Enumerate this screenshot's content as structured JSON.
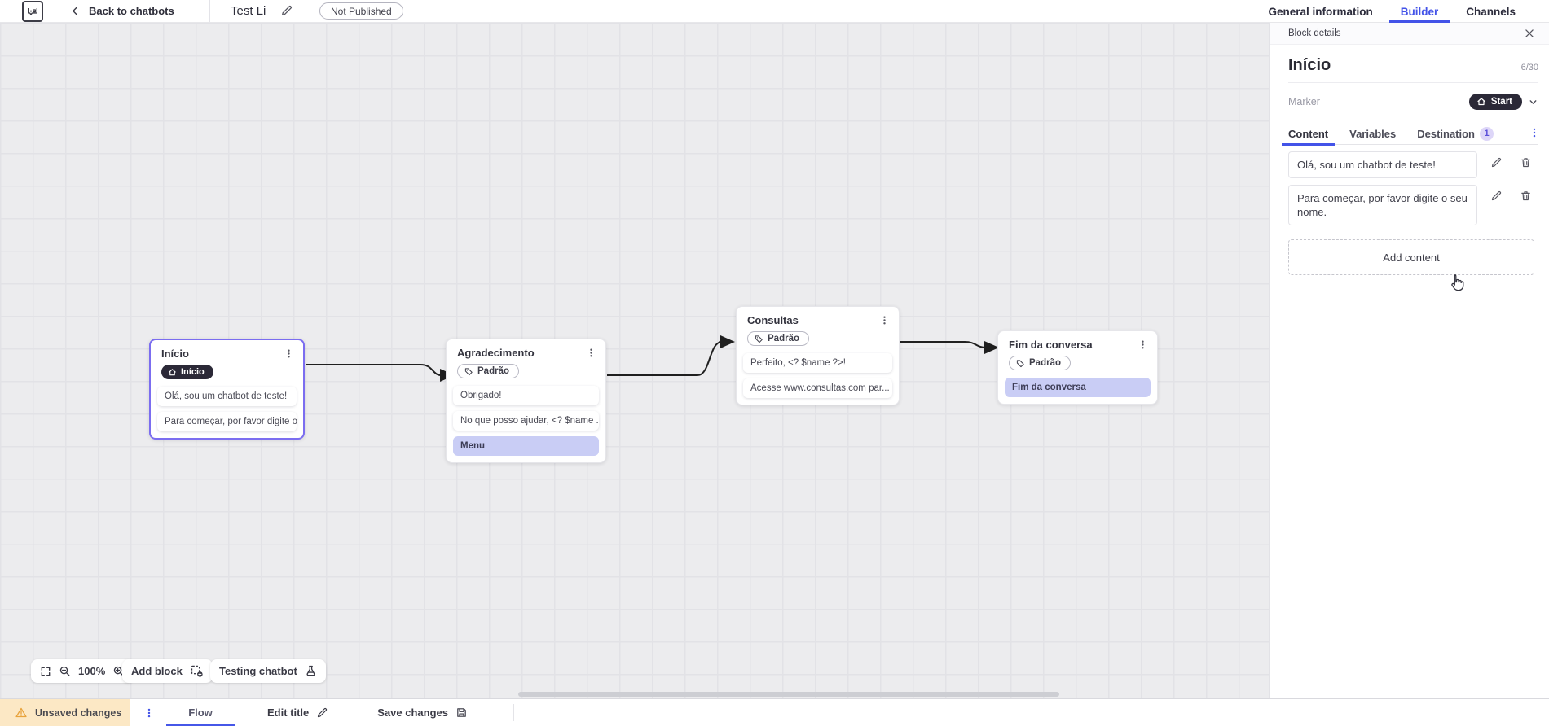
{
  "header": {
    "back_label": "Back to chatbots",
    "bot_title": "Test Li",
    "status_badge": "Not Published",
    "nav_tabs": [
      {
        "label": "General information",
        "active": false
      },
      {
        "label": "Builder",
        "active": true
      },
      {
        "label": "Channels",
        "active": false
      }
    ]
  },
  "canvas": {
    "zoom_level": "100%",
    "add_block_label": "Add block",
    "testing_label": "Testing chatbot",
    "nodes": [
      {
        "title": "Início",
        "badge": "Início",
        "badge_style": "start",
        "selected": true,
        "rows": [
          {
            "text": "Olá, sou um chatbot de teste!",
            "highlight": false
          },
          {
            "text": "Para começar, por favor digite o ...",
            "highlight": false
          }
        ]
      },
      {
        "title": "Agradecimento",
        "badge": "Padrão",
        "badge_style": "default",
        "selected": false,
        "rows": [
          {
            "text": "Obrigado!",
            "highlight": false
          },
          {
            "text": "No que posso ajudar, <? $name ...",
            "highlight": false
          },
          {
            "text": "Menu",
            "highlight": true
          }
        ]
      },
      {
        "title": "Consultas",
        "badge": "Padrão",
        "badge_style": "default",
        "selected": false,
        "rows": [
          {
            "text": "Perfeito, <? $name ?>!",
            "highlight": false
          },
          {
            "text": "Acesse www.consultas.com par...",
            "highlight": false
          }
        ]
      },
      {
        "title": "Fim da conversa",
        "badge": "Padrão",
        "badge_style": "default",
        "selected": false,
        "rows": [
          {
            "text": "Fim da conversa",
            "highlight": true
          }
        ]
      }
    ]
  },
  "panel": {
    "bar_label": "Block details",
    "title": "Início",
    "counter": "6/30",
    "marker_label": "Marker",
    "marker_value": "Start",
    "tabs": [
      {
        "label": "Content",
        "active": true
      },
      {
        "label": "Variables",
        "active": false
      },
      {
        "label": "Destination",
        "active": false,
        "badge": "1"
      }
    ],
    "contents": [
      "Olá, sou um chatbot de teste!",
      "Para começar, por favor digite o seu nome."
    ],
    "add_content_label": "Add content"
  },
  "footer": {
    "unsaved_label": "Unsaved changes",
    "flow_tab": "Flow",
    "edit_title_label": "Edit title",
    "save_label": "Save changes"
  },
  "icons": {
    "back-icon": "chevron-left ‹",
    "edit-icon": "pencil ✎",
    "delete-icon": "trash outline",
    "home-icon": "house ⌂",
    "tag-icon": "label tag",
    "chevron-down-icon": "∨",
    "close-icon": "✕",
    "kebab-icon": "⋮",
    "fit-screen-icon": "corner brackets",
    "zoom-out-icon": "magnifier −",
    "zoom-in-icon": "magnifier +",
    "add-block-icon": "dashed square plus",
    "flask-icon": "test flask",
    "warning-icon": "triangle !",
    "save-icon": "floppy disk",
    "hand-cursor": "pointer hand"
  },
  "colors": {
    "accent": "#4353e8",
    "dark_pill": "#2b2937",
    "row_highlight": "#c9cdf5",
    "selected_node_border": "#7b6df0",
    "unsaved_bg": "#fce8c5",
    "warning": "#e8a33d",
    "canvas_bg": "#ececee",
    "edge": "#1f1f1f"
  }
}
